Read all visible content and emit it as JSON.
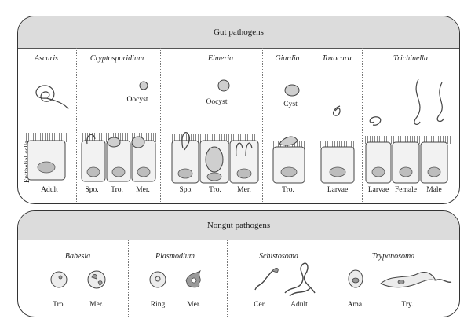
{
  "gut": {
    "title": "Gut pathogens",
    "side_label": "Epithelial cells",
    "columns": [
      {
        "name": "Ascaris",
        "stages": [
          "Adult"
        ],
        "note": ""
      },
      {
        "name": "Cryptosporidium",
        "stages": [
          "Spo.",
          "Tro.",
          "Mer."
        ],
        "note": "Oocyst"
      },
      {
        "name": "Eimeria",
        "stages": [
          "Spo.",
          "Tro.",
          "Mer."
        ],
        "note": "Oocyst"
      },
      {
        "name": "Giardia",
        "stages": [
          "Tro."
        ],
        "note": "Cyst"
      },
      {
        "name": "Toxocara",
        "stages": [
          "Larvae"
        ],
        "note": ""
      },
      {
        "name": "Trichinella",
        "stages": [
          "Larvae",
          "Female",
          "Male"
        ],
        "note": ""
      }
    ]
  },
  "nongut": {
    "title": "Nongut pathogens",
    "columns": [
      {
        "name": "Babesia",
        "stages": [
          "Tro.",
          "Mer."
        ]
      },
      {
        "name": "Plasmodium",
        "stages": [
          "Ring",
          "Mer."
        ]
      },
      {
        "name": "Schistosoma",
        "stages": [
          "Cer.",
          "Adult"
        ]
      },
      {
        "name": "Trypanosoma",
        "stages": [
          "Ama.",
          "Try."
        ]
      }
    ]
  },
  "colors": {
    "header": "#dcdcdc",
    "cell": "#f2f2f2",
    "nucleus": "#bdbdbd",
    "stroke": "#444444"
  }
}
